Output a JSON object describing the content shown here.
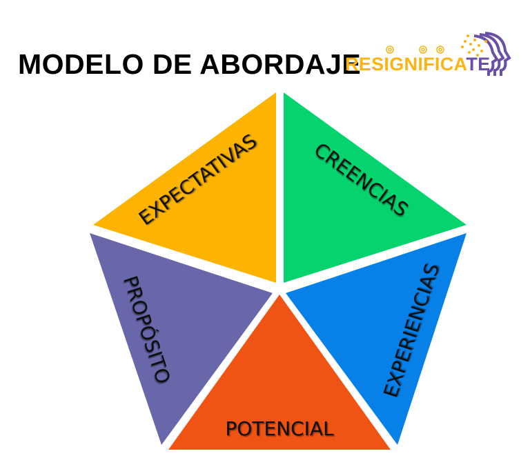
{
  "title": "MODELO DE ABORDAJE",
  "logo": {
    "text_main": "RESIGNIFICA",
    "text_accent": "TE"
  },
  "segments": [
    {
      "label": "EXPECTATIVAS",
      "color": "#fdb302"
    },
    {
      "label": "CREENCIAS",
      "color": "#05d36e"
    },
    {
      "label": "PROPÓSITO",
      "color": "#6767aa"
    },
    {
      "label": "EXPERIENCIAS",
      "color": "#0780e8"
    },
    {
      "label": "POTENCIAL",
      "color": "#ef5415"
    }
  ],
  "colors": {
    "logo_orange": "#fbb416",
    "logo_purple": "#6a4fa6"
  }
}
